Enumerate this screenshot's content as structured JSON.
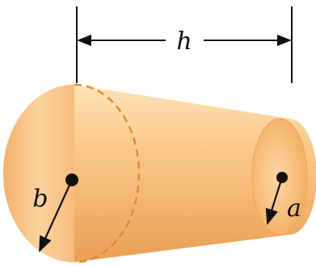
{
  "labels": {
    "height": "h",
    "large_radius": "b",
    "small_radius": "a"
  },
  "colors": {
    "body_light": "#fde0b0",
    "body_mid": "#f6b870",
    "body_dark": "#e8953e",
    "face_light": "#fbd097",
    "face_dark": "#f0a455",
    "ink": "#111111"
  },
  "icons": {
    "dimension_arrows": "double-headed-arrow",
    "center_points": "filled-dot"
  }
}
